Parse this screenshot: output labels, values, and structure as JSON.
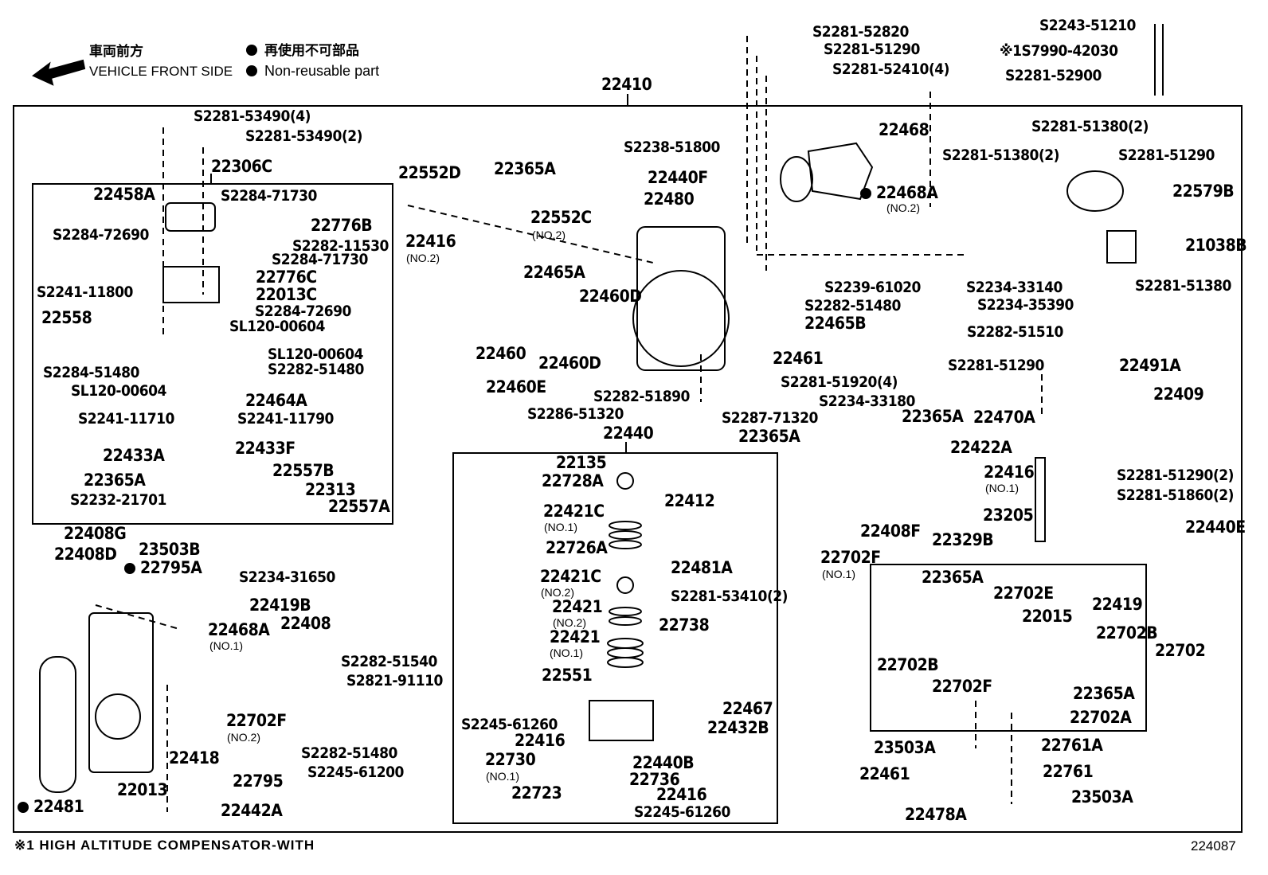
{
  "legend": {
    "front_jp": "車両前方",
    "front_en": "VEHICLE FRONT SIDE",
    "nonreuse_jp": "再使用不可部品",
    "nonreuse_en": "Non-reusable part"
  },
  "assembly_label": "22410",
  "footer_note": "※1 HIGH ALTITUDE COMPENSATOR-WITH",
  "figure_id": "224087",
  "subassemblies": {
    "governor_cover": "22306C",
    "spring_set": "22440",
    "linkage_set": "22702"
  },
  "labels": [
    {
      "id": "l1",
      "text": "S2281-52820"
    },
    {
      "id": "l2",
      "text": "S2281-51290"
    },
    {
      "id": "l3",
      "text": "S2281-52410(4)"
    },
    {
      "id": "l4",
      "text": "S2281-52900"
    },
    {
      "id": "l5",
      "text": "S2243-51210"
    },
    {
      "id": "l6",
      "text": "※1S7990-42030"
    },
    {
      "id": "l7",
      "text": "S2281-53490(4)"
    },
    {
      "id": "l8",
      "text": "S2281-53490(2)"
    },
    {
      "id": "l9",
      "text": "22458A"
    },
    {
      "id": "l10",
      "text": "S2284-71730"
    },
    {
      "id": "l11",
      "text": "22776B"
    },
    {
      "id": "l12",
      "text": "S2284-72690"
    },
    {
      "id": "l13",
      "text": "S2282-11530"
    },
    {
      "id": "l14",
      "text": "S2284-71730"
    },
    {
      "id": "l15",
      "text": "22776C"
    },
    {
      "id": "l16",
      "text": "S2241-11800"
    },
    {
      "id": "l17",
      "text": "22013C"
    },
    {
      "id": "l18",
      "text": "S2284-72690"
    },
    {
      "id": "l19",
      "text": "22558"
    },
    {
      "id": "l20",
      "text": "SL120-00604"
    },
    {
      "id": "l21",
      "text": "SL120-00604"
    },
    {
      "id": "l22",
      "text": "S2284-51480"
    },
    {
      "id": "l23",
      "text": "S2282-51480"
    },
    {
      "id": "l24",
      "text": "SL120-00604"
    },
    {
      "id": "l25",
      "text": "22464A"
    },
    {
      "id": "l26",
      "text": "S2241-11710"
    },
    {
      "id": "l27",
      "text": "S2241-11790"
    },
    {
      "id": "l28",
      "text": "22433A"
    },
    {
      "id": "l29",
      "text": "22433F"
    },
    {
      "id": "l30",
      "text": "22557B"
    },
    {
      "id": "l31",
      "text": "22365A"
    },
    {
      "id": "l32",
      "text": "22313"
    },
    {
      "id": "l33",
      "text": "S2232-21701"
    },
    {
      "id": "l34",
      "text": "22557A"
    },
    {
      "id": "l35",
      "text": "22552D"
    },
    {
      "id": "l36",
      "text": "22365A"
    },
    {
      "id": "l37",
      "text": "S2238-51800"
    },
    {
      "id": "l38",
      "text": "22440F"
    },
    {
      "id": "l39",
      "text": "22480"
    },
    {
      "id": "l40",
      "text": "22552C"
    },
    {
      "id": "l41",
      "text": "22416"
    },
    {
      "id": "l42",
      "text": "22465A"
    },
    {
      "id": "l43",
      "text": "22460D"
    },
    {
      "id": "l44",
      "text": "22460"
    },
    {
      "id": "l45",
      "text": "22460D"
    },
    {
      "id": "l46",
      "text": "22460E"
    },
    {
      "id": "l47",
      "text": "S2282-51890"
    },
    {
      "id": "l48",
      "text": "S2286-51320"
    },
    {
      "id": "l49",
      "text": "22468"
    },
    {
      "id": "l50",
      "text": "S2281-51380(2)"
    },
    {
      "id": "l51",
      "text": "22468A"
    },
    {
      "id": "l52",
      "text": "S2239-61020"
    },
    {
      "id": "l53",
      "text": "S2282-51480"
    },
    {
      "id": "l54",
      "text": "22465B"
    },
    {
      "id": "l55",
      "text": "22461"
    },
    {
      "id": "l56",
      "text": "S2281-51920(4)"
    },
    {
      "id": "l57",
      "text": "S2281-51380(2)"
    },
    {
      "id": "l58",
      "text": "S2281-51290"
    },
    {
      "id": "l59",
      "text": "22579B"
    },
    {
      "id": "l60",
      "text": "21038B"
    },
    {
      "id": "l61",
      "text": "S2234-33140"
    },
    {
      "id": "l62",
      "text": "S2281-51380"
    },
    {
      "id": "l63",
      "text": "S2234-35390"
    },
    {
      "id": "l64",
      "text": "S2282-51510"
    },
    {
      "id": "l65",
      "text": "S2281-51290"
    },
    {
      "id": "l66",
      "text": "22491A"
    },
    {
      "id": "l67",
      "text": "22409"
    },
    {
      "id": "l68",
      "text": "22470A"
    },
    {
      "id": "l69",
      "text": "S2234-33180"
    },
    {
      "id": "l70",
      "text": "S2287-71320"
    },
    {
      "id": "l71",
      "text": "22365A"
    },
    {
      "id": "l72",
      "text": "22365A"
    },
    {
      "id": "l73",
      "text": "22422A"
    },
    {
      "id": "l74",
      "text": "22416"
    },
    {
      "id": "l75",
      "text": "S2281-51290(2)"
    },
    {
      "id": "l76",
      "text": "S2281-51860(2)"
    },
    {
      "id": "l77",
      "text": "23205"
    },
    {
      "id": "l78",
      "text": "22440E"
    },
    {
      "id": "l79",
      "text": "22408F"
    },
    {
      "id": "l80",
      "text": "22329B"
    },
    {
      "id": "l81",
      "text": "22702F"
    },
    {
      "id": "l82",
      "text": "22135"
    },
    {
      "id": "l83",
      "text": "22728A"
    },
    {
      "id": "l84",
      "text": "22412"
    },
    {
      "id": "l85",
      "text": "22421C"
    },
    {
      "id": "l86",
      "text": "22726A"
    },
    {
      "id": "l87",
      "text": "22481A"
    },
    {
      "id": "l88",
      "text": "22421C"
    },
    {
      "id": "l89",
      "text": "S2281-53410(2)"
    },
    {
      "id": "l90",
      "text": "22421"
    },
    {
      "id": "l91",
      "text": "22738"
    },
    {
      "id": "l92",
      "text": "22421"
    },
    {
      "id": "l93",
      "text": "22551"
    },
    {
      "id": "l94",
      "text": "22467"
    },
    {
      "id": "l95",
      "text": "S2245-61260"
    },
    {
      "id": "l96",
      "text": "22432B"
    },
    {
      "id": "l97",
      "text": "22416"
    },
    {
      "id": "l98",
      "text": "22730"
    },
    {
      "id": "l99",
      "text": "22440B"
    },
    {
      "id": "l100",
      "text": "22736"
    },
    {
      "id": "l101",
      "text": "22723"
    },
    {
      "id": "l102",
      "text": "22416"
    },
    {
      "id": "l103",
      "text": "S2245-61260"
    },
    {
      "id": "l104",
      "text": "22408G"
    },
    {
      "id": "l105",
      "text": "22408D"
    },
    {
      "id": "l106",
      "text": "23503B"
    },
    {
      "id": "l107",
      "text": "22795A"
    },
    {
      "id": "l108",
      "text": "S2234-31650"
    },
    {
      "id": "l109",
      "text": "22419B"
    },
    {
      "id": "l110",
      "text": "22468A"
    },
    {
      "id": "l111",
      "text": "22408"
    },
    {
      "id": "l112",
      "text": "S2282-51540"
    },
    {
      "id": "l113",
      "text": "S2821-91110"
    },
    {
      "id": "l114",
      "text": "22702F"
    },
    {
      "id": "l115",
      "text": "22418"
    },
    {
      "id": "l116",
      "text": "S2282-51480"
    },
    {
      "id": "l117",
      "text": "S2245-61200"
    },
    {
      "id": "l118",
      "text": "22013"
    },
    {
      "id": "l119",
      "text": "22795"
    },
    {
      "id": "l120",
      "text": "22481"
    },
    {
      "id": "l121",
      "text": "22442A"
    },
    {
      "id": "l122",
      "text": "22365A"
    },
    {
      "id": "l123",
      "text": "22702E"
    },
    {
      "id": "l124",
      "text": "22419"
    },
    {
      "id": "l125",
      "text": "22015"
    },
    {
      "id": "l126",
      "text": "22702B"
    },
    {
      "id": "l127",
      "text": "22702B"
    },
    {
      "id": "l128",
      "text": "22702"
    },
    {
      "id": "l129",
      "text": "22702F"
    },
    {
      "id": "l130",
      "text": "22365A"
    },
    {
      "id": "l131",
      "text": "22702A"
    },
    {
      "id": "l132",
      "text": "23503A"
    },
    {
      "id": "l133",
      "text": "22761A"
    },
    {
      "id": "l134",
      "text": "22461"
    },
    {
      "id": "l135",
      "text": "22761"
    },
    {
      "id": "l136",
      "text": "22478A"
    },
    {
      "id": "l137",
      "text": "23503A"
    }
  ],
  "qualifiers": {
    "q_no2_a": "(NO.2)",
    "q_no2_b": "(NO.2)",
    "q_no2_c": "(NO.2)",
    "q_no1_a": "(NO.1)",
    "q_no1_b": "(NO.1)",
    "q_no1_c": "(NO.1)",
    "q_no2_d": "(NO.2)",
    "q_no2_e": "(NO.2)",
    "q_no1_d": "(NO.1)",
    "q_no1_e": "(NO.1)",
    "q_no1_f": "(NO.1)",
    "q_no2_f": "(NO.2)"
  },
  "non_reusable_parts": [
    "22468A",
    "22795A",
    "22481"
  ]
}
